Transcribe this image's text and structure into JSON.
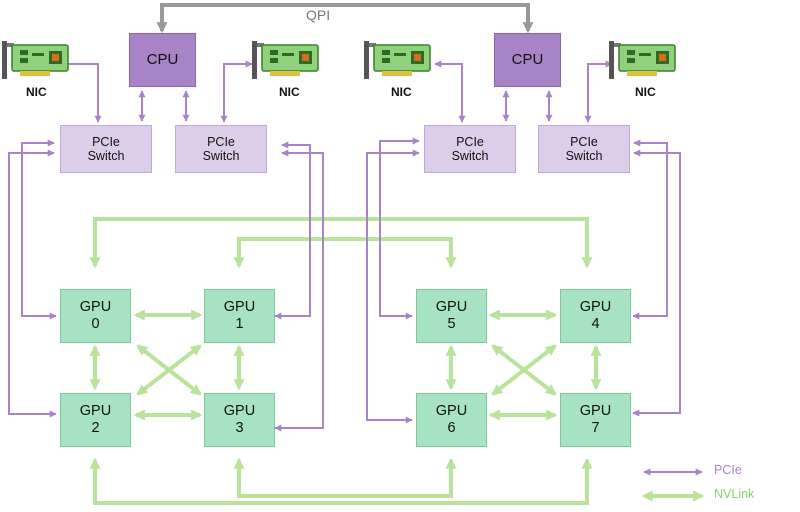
{
  "qpi": {
    "label": "QPI"
  },
  "cpus": [
    {
      "id": "cpu-left",
      "label": "CPU"
    },
    {
      "id": "cpu-right",
      "label": "CPU"
    }
  ],
  "nics": [
    {
      "id": "nic-1",
      "label": "NIC"
    },
    {
      "id": "nic-2",
      "label": "NIC"
    },
    {
      "id": "nic-3",
      "label": "NIC"
    },
    {
      "id": "nic-4",
      "label": "NIC"
    }
  ],
  "pcie_switches": [
    {
      "id": "sw-1",
      "line1": "PCIe",
      "line2": "Switch"
    },
    {
      "id": "sw-2",
      "line1": "PCIe",
      "line2": "Switch"
    },
    {
      "id": "sw-3",
      "line1": "PCIe",
      "line2": "Switch"
    },
    {
      "id": "sw-4",
      "line1": "PCIe",
      "line2": "Switch"
    }
  ],
  "gpus": [
    {
      "id": "gpu-0",
      "line1": "GPU",
      "line2": "0"
    },
    {
      "id": "gpu-1",
      "line1": "GPU",
      "line2": "1"
    },
    {
      "id": "gpu-2",
      "line1": "GPU",
      "line2": "2"
    },
    {
      "id": "gpu-3",
      "line1": "GPU",
      "line2": "3"
    },
    {
      "id": "gpu-5",
      "line1": "GPU",
      "line2": "5"
    },
    {
      "id": "gpu-4",
      "line1": "GPU",
      "line2": "4"
    },
    {
      "id": "gpu-6",
      "line1": "GPU",
      "line2": "6"
    },
    {
      "id": "gpu-7",
      "line1": "GPU",
      "line2": "7"
    }
  ],
  "legend": {
    "pcie": {
      "label": "PCIe",
      "color": "#a883c7"
    },
    "nvlink": {
      "label": "NVLink",
      "color": "#b9e39a"
    }
  },
  "colors": {
    "qpi": "#999999",
    "pcie_line": "#a883c7",
    "nvlink_line": "#b9e39a"
  }
}
